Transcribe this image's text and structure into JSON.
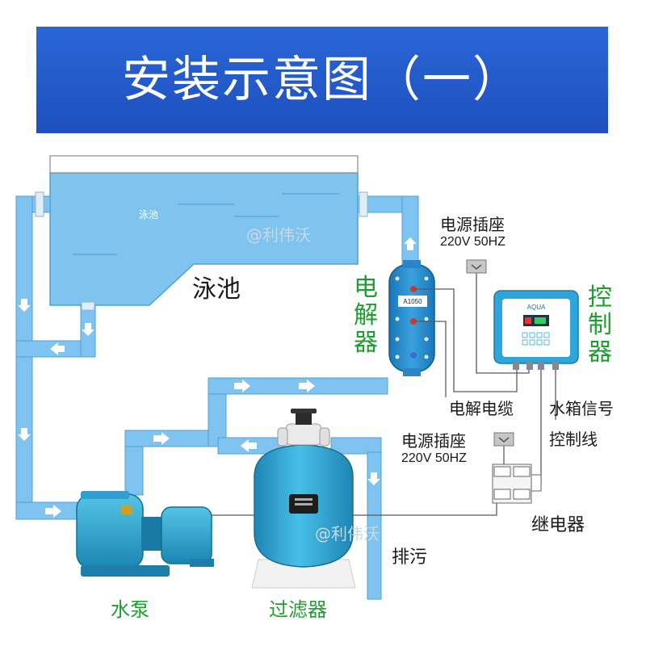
{
  "title": "安装示意图（一）",
  "pool": {
    "label": "泳池",
    "inner_label": "泳池"
  },
  "watermark": "@利伟沃",
  "electrolyzer": {
    "label": [
      "电",
      "解",
      "器"
    ],
    "model": "A1050"
  },
  "controller": {
    "label": [
      "控",
      "制",
      "器"
    ],
    "brand": "AQUA"
  },
  "power_socket_top": {
    "title": "电源插座",
    "spec": "220V 50HZ"
  },
  "power_socket_bottom": {
    "title": "电源插座",
    "spec": "220V 50HZ"
  },
  "electrolysis_cable": "电解电缆",
  "tank_signal_line": {
    "line1": "水箱信号",
    "line2": "控制线"
  },
  "relay": "继电器",
  "drain": "排污",
  "pump": "水泵",
  "filter": "过滤器",
  "colors": {
    "banner": "#2155c9",
    "pipe": "#7fc4f0",
    "pipe_edge": "#4f9fd6",
    "pool_water": "#7fc4ef",
    "label_green": "#1e9e2e",
    "equipment_blue": "#2fa9d6"
  }
}
